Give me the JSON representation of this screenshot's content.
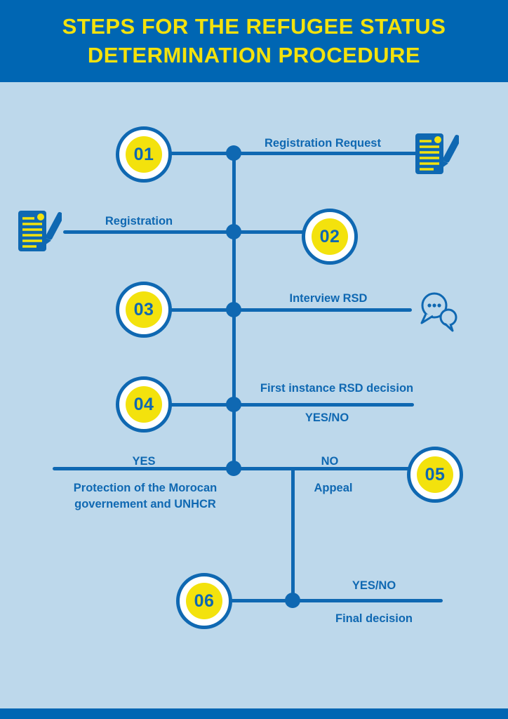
{
  "header": {
    "title_line1": "STEPS FOR THE REFUGEE STATUS",
    "title_line2": "DETERMINATION PROCEDURE"
  },
  "steps": [
    {
      "number": "01",
      "label": "Registration Request",
      "icon": "document-pen-icon"
    },
    {
      "number": "02",
      "label": "Registration",
      "icon": "document-pen-icon"
    },
    {
      "number": "03",
      "label": "Interview RSD",
      "icon": "chat-bubbles-icon"
    },
    {
      "number": "04",
      "label": "First instance  RSD decision",
      "sublabel": "YES/NO"
    },
    {
      "number": "05",
      "branch_yes": {
        "label": "YES",
        "text_line1": "Protection of the Morocan",
        "text_line2": "governement and UNHCR"
      },
      "branch_no": {
        "label": "NO",
        "text": "Appeal"
      }
    },
    {
      "number": "06",
      "label": "YES/NO",
      "sublabel": "Final decision"
    }
  ],
  "colors": {
    "header_bg": "#0066b3",
    "background": "#bdd8eb",
    "line_blue": "#0f68b2",
    "yellow": "#f3e20d",
    "badge_ring": "#ffffff"
  }
}
